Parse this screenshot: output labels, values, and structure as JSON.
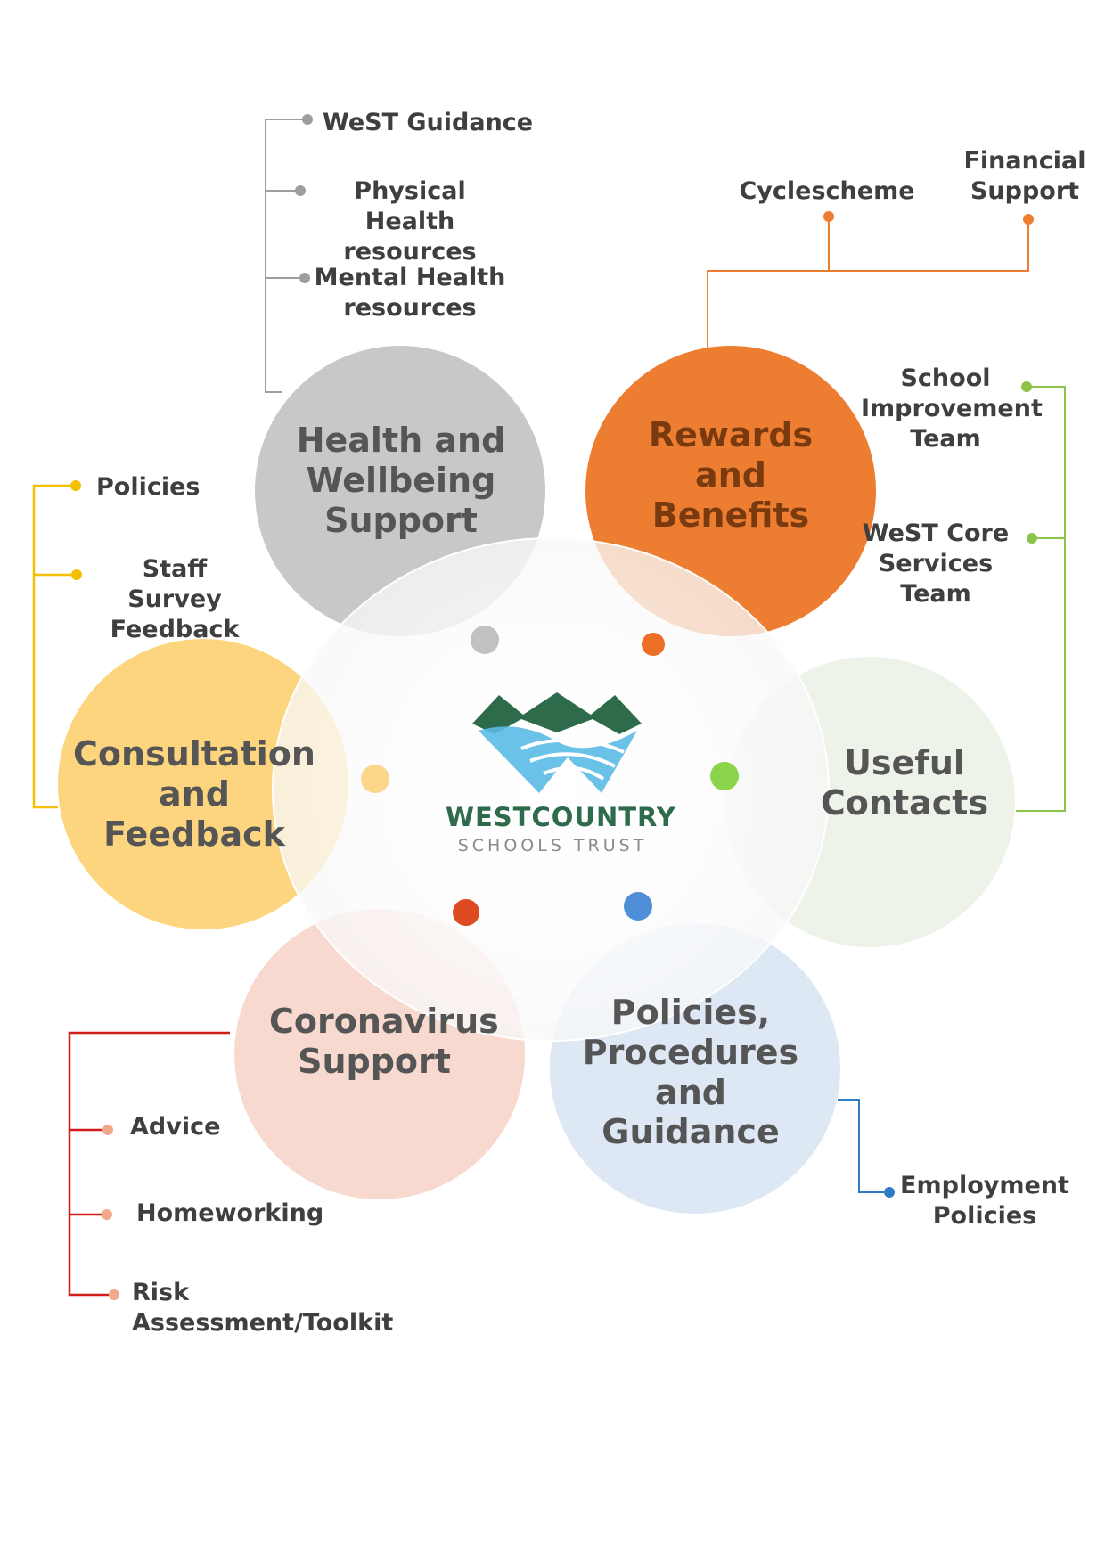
{
  "center": {
    "logo_name": "WESTCOUNTRY",
    "logo_sub": "SCHOOLS TRUST"
  },
  "nodes": {
    "health": {
      "title": "Health and Wellbeing Support",
      "color": "#c8c8c8"
    },
    "rewards": {
      "title": "Rewards and Benefits",
      "color": "#ec7d31"
    },
    "consultation": {
      "title": "Consultation and Feedback",
      "color": "#fdd57e"
    },
    "contacts": {
      "title": "Useful Contacts",
      "color": "#eef3ea"
    },
    "coronavirus": {
      "title": "Coronavirus Support",
      "color": "#f7d9cf"
    },
    "policies": {
      "title": "Policies, Procedures and Guidance",
      "color": "#dde8f4"
    }
  },
  "labels": {
    "west_guidance": "WeST Guidance",
    "physical_health": "Physical Health resources",
    "mental_health": "Mental Health resources",
    "cyclescheme": "Cyclescheme",
    "financial_support": "Financial Support",
    "school_improvement": "School Improvement Team",
    "west_core": "WeST Core Services Team",
    "policies_item": "Policies",
    "staff_survey": "Staff Survey Feedback",
    "advice": "Advice",
    "homeworking": "Homeworking",
    "risk_assessment": "Risk Assessment/Toolkit",
    "employment_policies": "Employment Policies"
  },
  "colors": {
    "grey": "#9e9e9e",
    "orange": "#ec7d31",
    "green": "#8cc34a",
    "yellow": "#f5c000",
    "red": "#d21c1c",
    "blue": "#2f7bc4",
    "logo_green": "#2e6b4a",
    "logo_blue": "#4fb3e3",
    "text_dark": "#3f3f3f"
  }
}
